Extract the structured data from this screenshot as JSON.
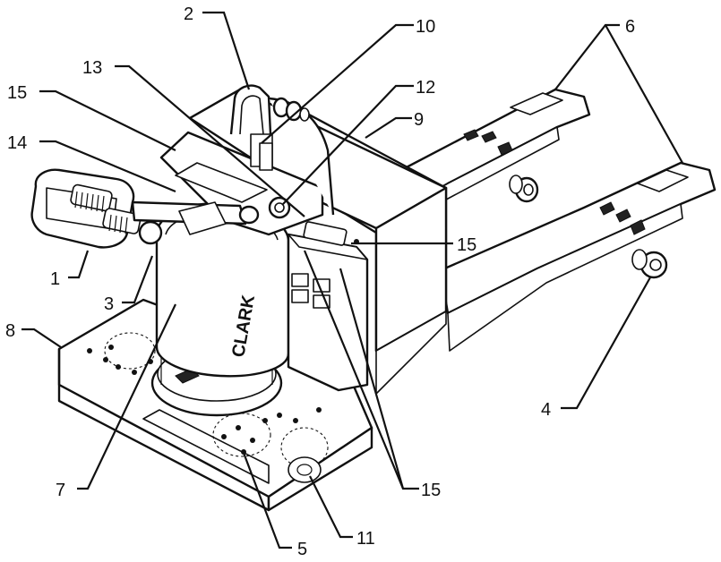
{
  "diagram": {
    "labels": {
      "l1": "1",
      "l2": "2",
      "l3": "3",
      "l4": "4",
      "l5": "5",
      "l6": "6",
      "l7": "7",
      "l8": "8",
      "l9": "9",
      "l10": "10",
      "l11": "11",
      "l12": "12",
      "l13": "13",
      "l14": "14",
      "l15a": "15",
      "l15b": "15",
      "l15c": "15"
    },
    "brand_text": "CLARK"
  }
}
